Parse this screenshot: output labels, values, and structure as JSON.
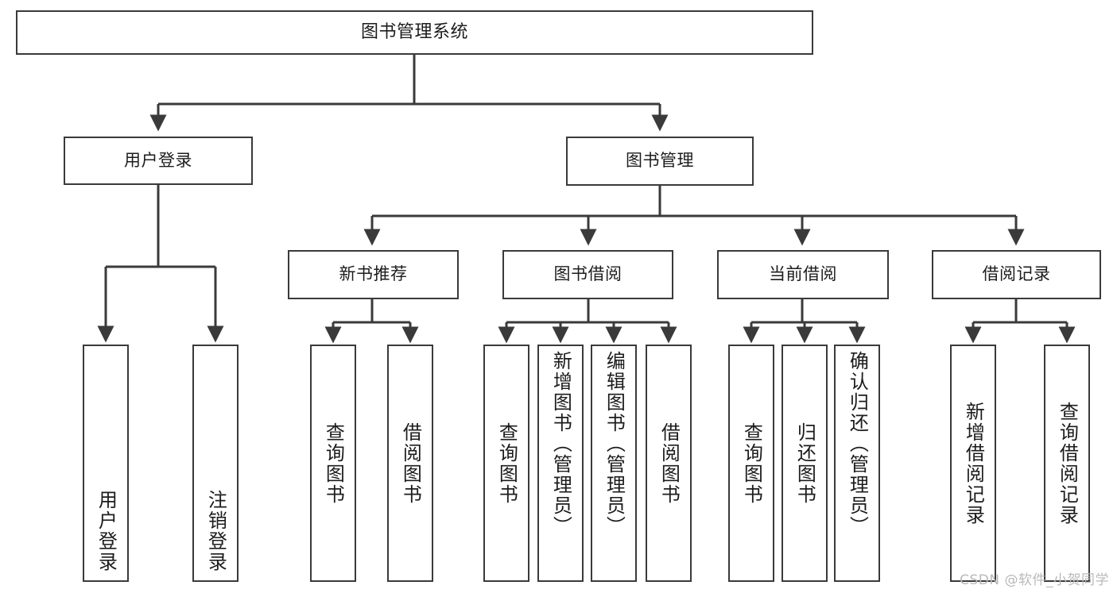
{
  "diagram": {
    "type": "tree-hierarchy-chart",
    "title": "图书管理系统",
    "colors": {
      "stroke": "#3a3a3a",
      "fill": "#ffffff",
      "text": "#1c1c1c",
      "watermark": "#b9b9b9",
      "background": "#ffffff"
    },
    "root": {
      "label": "图书管理系统"
    },
    "level1": [
      {
        "label": "用户登录"
      },
      {
        "label": "图书管理"
      }
    ],
    "level2": [
      {
        "label": "新书推荐"
      },
      {
        "label": "图书借阅"
      },
      {
        "label": "当前借阅"
      },
      {
        "label": "借阅记录"
      }
    ],
    "leaves": {
      "user_login": [
        {
          "label": "用户登录"
        },
        {
          "label": "注销登录"
        }
      ],
      "new_book_recommend": [
        {
          "label": "查询图书"
        },
        {
          "label": "借阅图书"
        }
      ],
      "book_borrow": [
        {
          "label": "查询图书"
        },
        {
          "label": "新增图书（管理员）"
        },
        {
          "label": "编辑图书（管理员）"
        },
        {
          "label": "借阅图书"
        }
      ],
      "current_borrow": [
        {
          "label": "查询图书"
        },
        {
          "label": "归还图书"
        },
        {
          "label": "确认归还（管理员）"
        }
      ],
      "borrow_record": [
        {
          "label": "新增借阅记录"
        },
        {
          "label": "查询借阅记录"
        }
      ]
    }
  },
  "watermark": {
    "text": "CSDN @软件_小贺同学"
  }
}
